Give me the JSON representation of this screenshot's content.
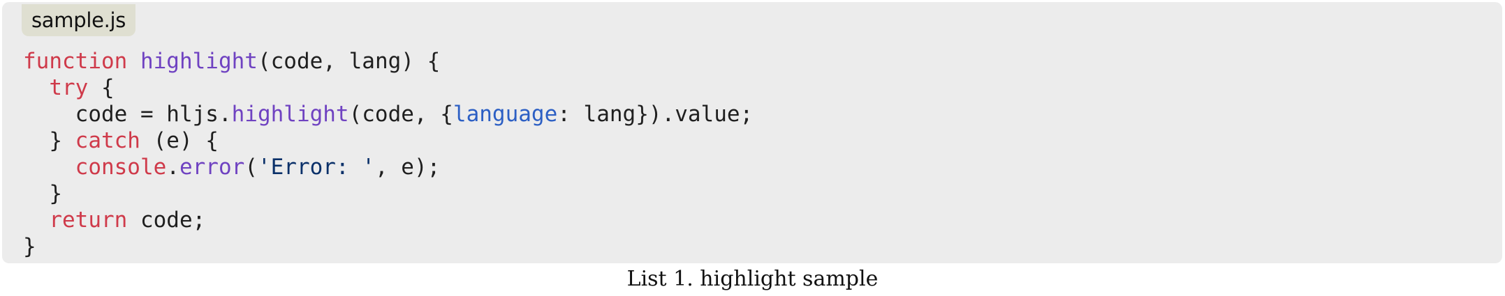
{
  "filename": "sample.js",
  "caption": "List 1. highlight sample",
  "colors": {
    "keyword": "#cf3a4a",
    "function": "#6f42c1",
    "string": "#0a3069",
    "property": "#2c5fc4",
    "plain": "#1f1f1f",
    "code_background": "#ececec",
    "tab_background": "#dfdfd1"
  },
  "code_lines": [
    [
      {
        "t": "function",
        "k": "kw"
      },
      {
        "t": " ",
        "k": "plain"
      },
      {
        "t": "highlight",
        "k": "fn"
      },
      {
        "t": "(code, lang) {",
        "k": "plain"
      }
    ],
    [
      {
        "t": "  ",
        "k": "plain"
      },
      {
        "t": "try",
        "k": "kw"
      },
      {
        "t": " {",
        "k": "plain"
      }
    ],
    [
      {
        "t": "    code = hljs.",
        "k": "plain"
      },
      {
        "t": "highlight",
        "k": "fn"
      },
      {
        "t": "(code, {",
        "k": "plain"
      },
      {
        "t": "language",
        "k": "prop"
      },
      {
        "t": ": lang}).value;",
        "k": "plain"
      }
    ],
    [
      {
        "t": "  } ",
        "k": "plain"
      },
      {
        "t": "catch",
        "k": "kw"
      },
      {
        "t": " (e) {",
        "k": "plain"
      }
    ],
    [
      {
        "t": "    ",
        "k": "plain"
      },
      {
        "t": "console",
        "k": "kw"
      },
      {
        "t": ".",
        "k": "plain"
      },
      {
        "t": "error",
        "k": "fn"
      },
      {
        "t": "(",
        "k": "plain"
      },
      {
        "t": "'Error: '",
        "k": "str"
      },
      {
        "t": ", e);",
        "k": "plain"
      }
    ],
    [
      {
        "t": "  }",
        "k": "plain"
      }
    ],
    [
      {
        "t": "  ",
        "k": "plain"
      },
      {
        "t": "return",
        "k": "kw"
      },
      {
        "t": " code;",
        "k": "plain"
      }
    ],
    [
      {
        "t": "}",
        "k": "plain"
      }
    ]
  ]
}
